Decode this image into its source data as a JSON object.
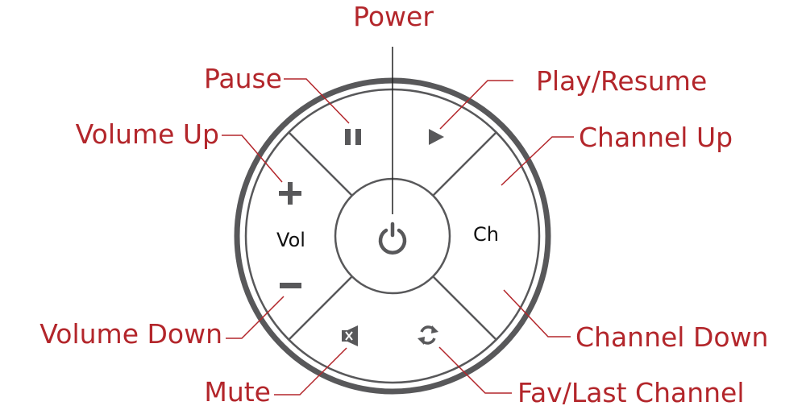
{
  "title": "Remote control button diagram",
  "colors": {
    "label": "#b3262b",
    "device": "#58585a"
  },
  "labels": {
    "power": "Power",
    "pause": "Pause",
    "play_resume": "Play/Resume",
    "volume_up": "Volume Up",
    "channel_up": "Channel Up",
    "volume_down": "Volume Down",
    "channel_down": "Channel Down",
    "mute": "Mute",
    "fav_last_channel": "Fav/Last Channel"
  },
  "buttons": {
    "vol": "Vol",
    "ch": "Ch",
    "plus": "+",
    "minus": "−"
  },
  "icons": [
    "power-icon",
    "pause-icon",
    "play-icon",
    "plus-icon",
    "minus-icon",
    "mute-icon",
    "refresh-icon"
  ]
}
